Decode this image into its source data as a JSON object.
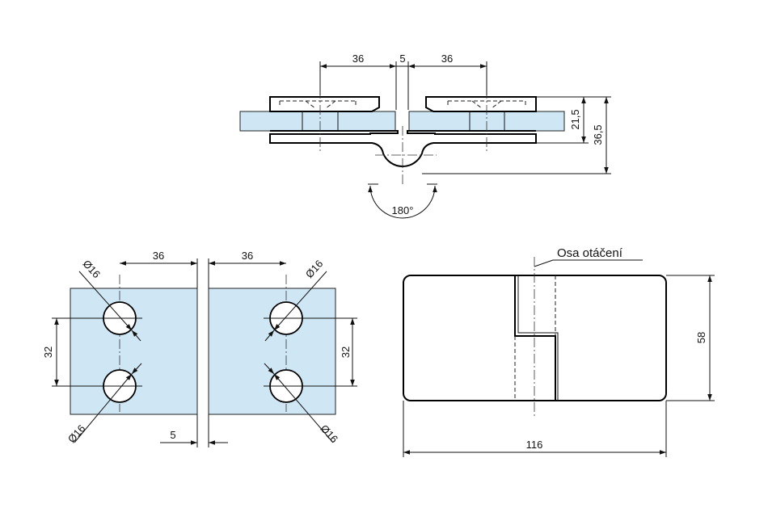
{
  "colors": {
    "glass": "#cfe6f5",
    "line": "#111111",
    "background": "#ffffff"
  },
  "top_view": {
    "dim_left": "36",
    "dim_gap": "5",
    "dim_right": "36",
    "dim_height_small": "21,5",
    "dim_height_total": "36,5",
    "angle": "180°"
  },
  "front_view": {
    "dim_left_width": "36",
    "dim_right_width": "36",
    "dim_left_spacing": "32",
    "dim_right_spacing": "32",
    "dia_top_left": "Ø16",
    "dia_top_right": "Ø16",
    "dia_bottom_left": "Ø16",
    "dia_bottom_right": "Ø16",
    "dim_gap": "5"
  },
  "side_view": {
    "axis_label": "Osa otáčení",
    "dim_height": "58",
    "dim_width": "116"
  }
}
